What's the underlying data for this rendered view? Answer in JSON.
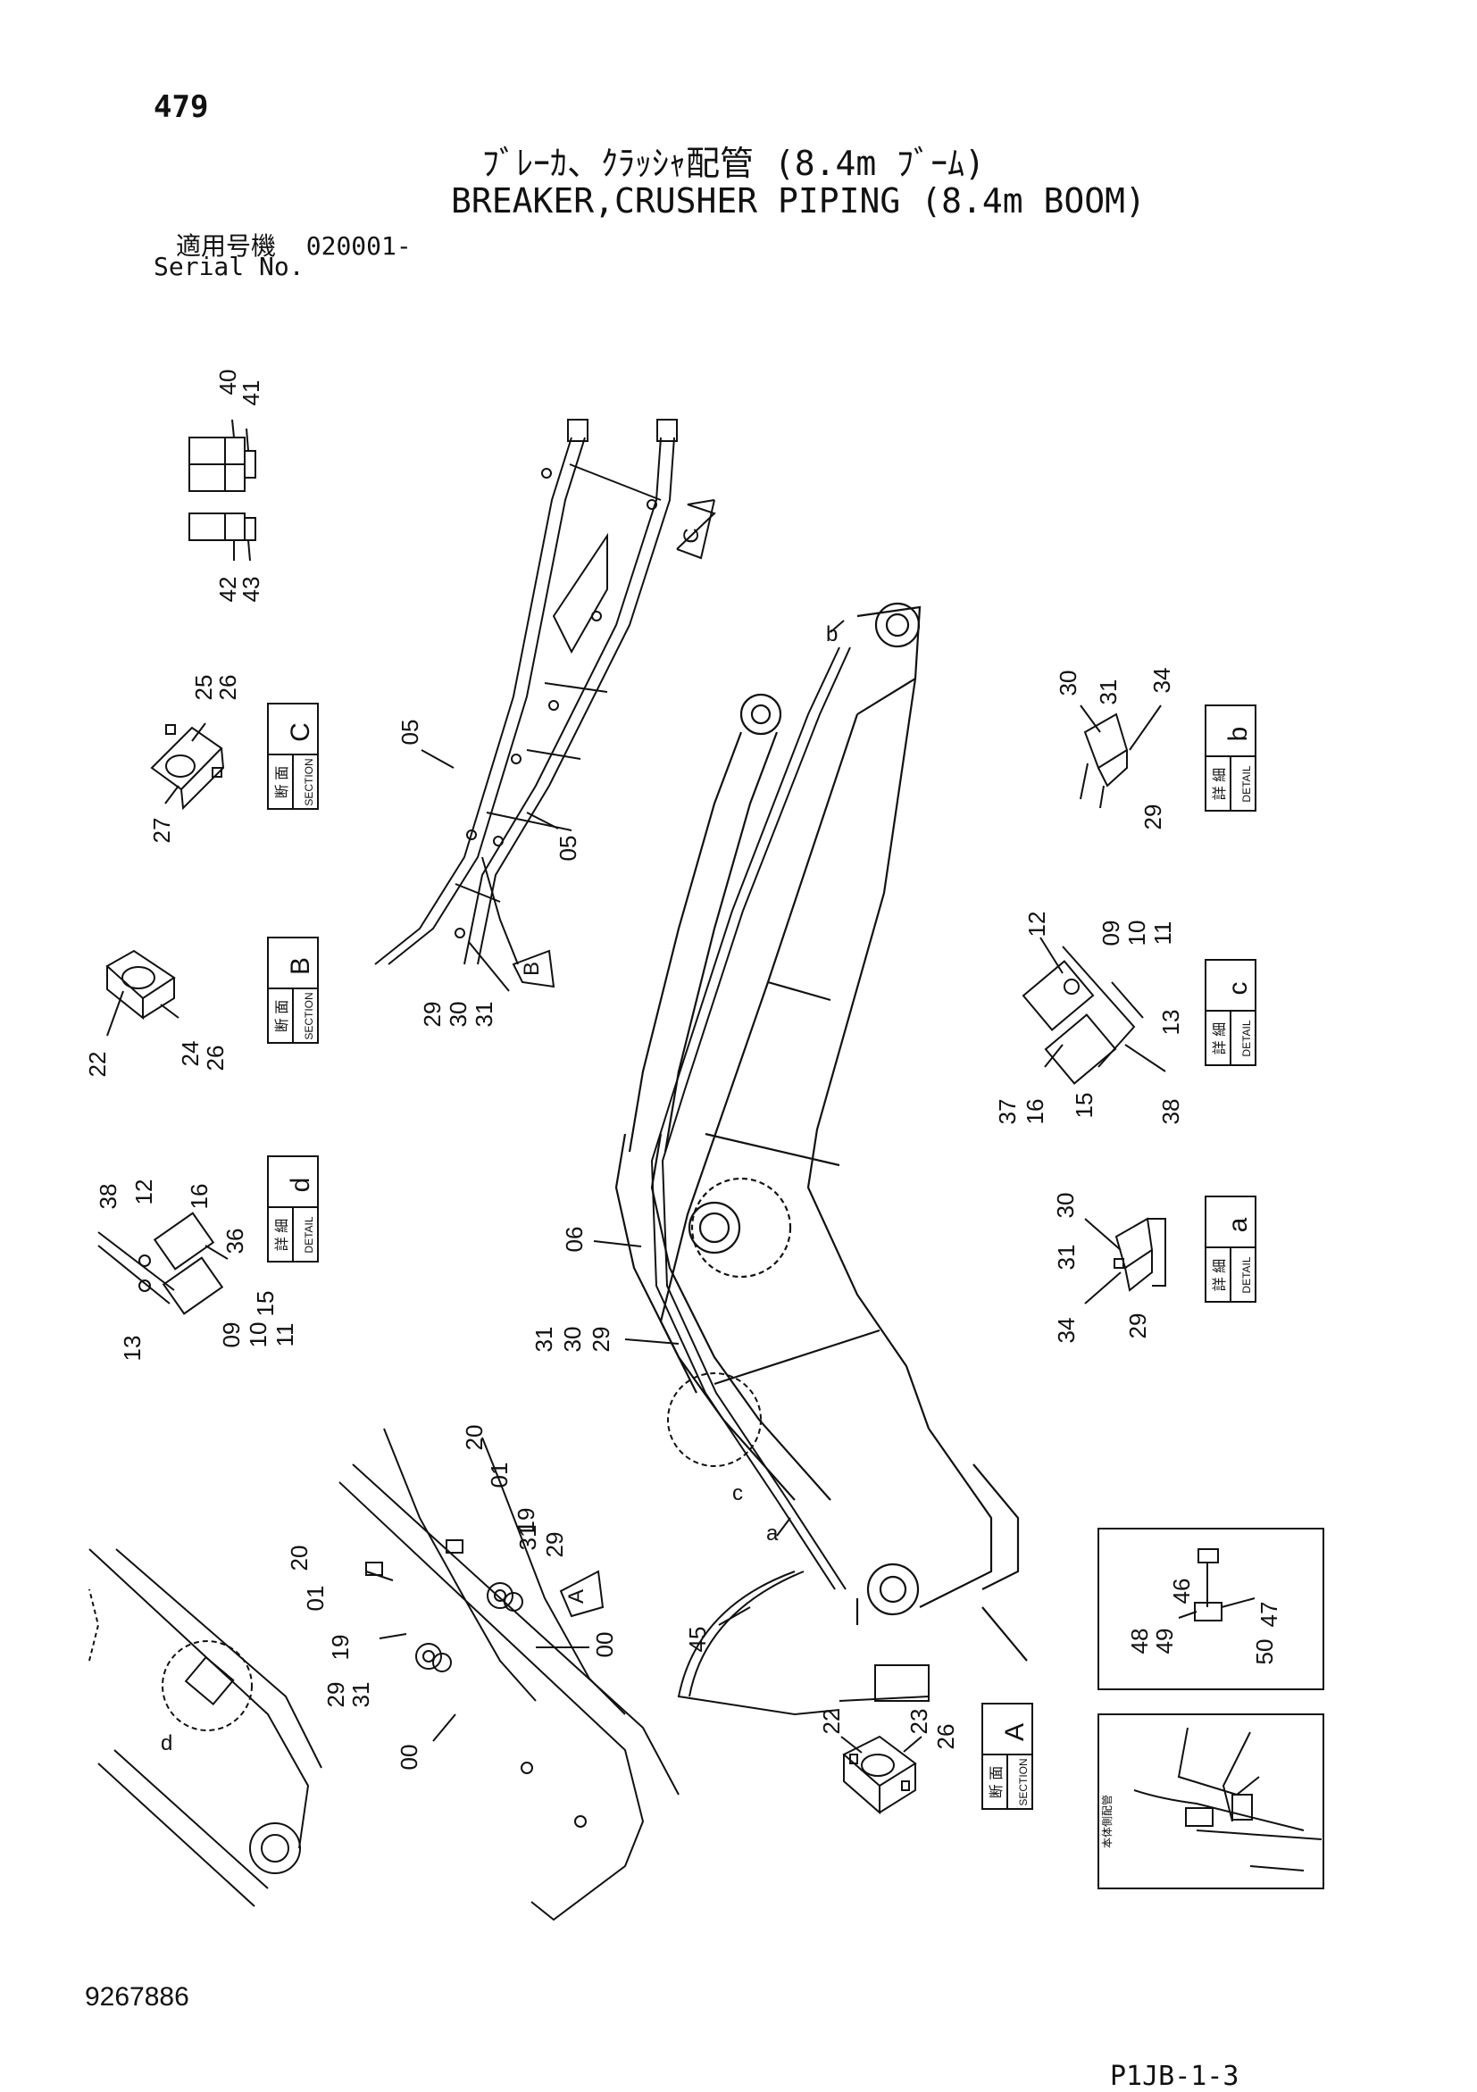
{
  "header": {
    "page_number": "479",
    "title_jp": "ﾌﾞﾚｰｶ、ｸﾗｯｼｬ配管 (8.4m ﾌﾞｰﾑ)",
    "title_en": "BREAKER,CRUSHER PIPING (8.4m BOOM)",
    "serial_label_jp": "適用号機",
    "serial_value": "020001-",
    "serial_label_en": "Serial No."
  },
  "footer": {
    "document_number": "9267886",
    "page_code": "P1JB-1-3"
  },
  "views": {
    "section_jp": "断 面",
    "section_en": "SECTION",
    "detail_jp": "詳 細",
    "detail_en": "DETAIL",
    "section_a": "A",
    "section_b": "B",
    "section_c": "C",
    "detail_a": "a",
    "detail_b": "b",
    "detail_c": "c",
    "detail_d": "d"
  },
  "callouts": {
    "top_fittings": [
      "40",
      "41",
      "42",
      "43"
    ],
    "section_c": [
      "25",
      "26",
      "27"
    ],
    "section_b": [
      "22",
      "24",
      "26"
    ],
    "detail_d": [
      "38",
      "12",
      "16",
      "36",
      "15",
      "13",
      "09",
      "10",
      "11"
    ],
    "arm_top": [
      "05",
      "05",
      "29",
      "30",
      "31"
    ],
    "detail_b": [
      "30",
      "31",
      "34",
      "29"
    ],
    "detail_c": [
      "12",
      "09",
      "10",
      "11",
      "13",
      "37",
      "16",
      "15",
      "38"
    ],
    "detail_a": [
      "30",
      "31",
      "34",
      "29"
    ],
    "boom": [
      "06",
      "31",
      "30",
      "29",
      "45"
    ],
    "bracket": [
      "46",
      "47",
      "48",
      "49",
      "50"
    ],
    "boom_base": [
      "20",
      "01",
      "19",
      "31",
      "29",
      "00",
      "20",
      "01",
      "19",
      "29",
      "31",
      "00"
    ],
    "section_a": [
      "22",
      "23",
      "26"
    ]
  },
  "markers": {
    "view_c": "C",
    "view_b": "B",
    "view_a": "A",
    "circle_a": "a",
    "circle_b": "b",
    "circle_c": "c",
    "circle_d": "d"
  },
  "inset_label": "本体側配管"
}
